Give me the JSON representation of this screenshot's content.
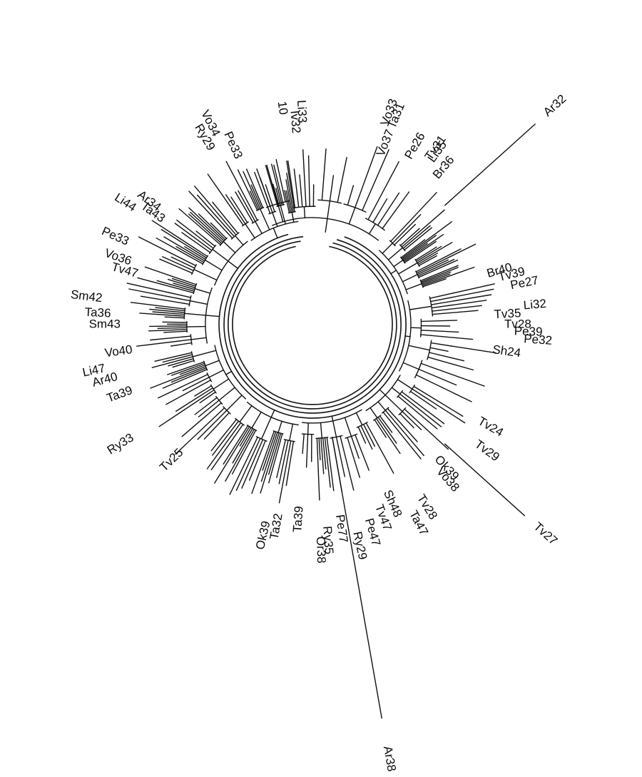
{
  "diagram": {
    "type": "circular-phylogenetic-tree",
    "line_color": "#111111",
    "background": "#ffffff",
    "labels": [
      {
        "text": "Ar32",
        "angle": -42
      },
      {
        "text": "Br36",
        "angle": -50
      },
      {
        "text": "Tv31",
        "angle": -55
      },
      {
        "text": "Ta31",
        "angle": -68
      },
      {
        "text": "Br40",
        "angle": -16
      },
      {
        "text": "Tv39",
        "angle": -14
      },
      {
        "text": "Pe27",
        "angle": -11
      },
      {
        "text": "Li32",
        "angle": -5
      },
      {
        "text": "Tv35",
        "angle": -3
      },
      {
        "text": "Tv28",
        "angle": 0
      },
      {
        "text": "Pe39",
        "angle": 2
      },
      {
        "text": "Pe32",
        "angle": 4
      },
      {
        "text": "Sh24",
        "angle": 8
      },
      {
        "text": "Tv24",
        "angle": 30
      },
      {
        "text": "Tv29",
        "angle": 36
      },
      {
        "text": "Tv27",
        "angle": 42
      },
      {
        "text": "Ok39",
        "angle": 47
      },
      {
        "text": "Vo38",
        "angle": 49
      },
      {
        "text": "Tv28",
        "angle": 58
      },
      {
        "text": "Ta47",
        "angle": 62
      },
      {
        "text": "Sh48",
        "angle": 66
      },
      {
        "text": "Tv47",
        "angle": 70
      },
      {
        "text": "Pe47",
        "angle": 74
      },
      {
        "text": "Ry29",
        "angle": 78
      },
      {
        "text": "Ar38",
        "angle": 80
      },
      {
        "text": "Pe77",
        "angle": 82
      },
      {
        "text": "Ry35",
        "angle": 86
      },
      {
        "text": "Or38",
        "angle": 88
      },
      {
        "text": "Ta39",
        "angle": 94
      },
      {
        "text": "Ta32",
        "angle": 100
      },
      {
        "text": "Ok39",
        "angle": 103
      },
      {
        "text": "Ry33",
        "angle": 148
      },
      {
        "text": "Tv25",
        "angle": 136
      },
      {
        "text": "Ta39",
        "angle": 160
      },
      {
        "text": "Ar40",
        "angle": 165
      },
      {
        "text": "Li47",
        "angle": 168
      },
      {
        "text": "Vo40",
        "angle": 172
      },
      {
        "text": "Sm43",
        "angle": 180
      },
      {
        "text": "Ta36",
        "angle": 183
      },
      {
        "text": "Sm42",
        "angle": 187
      },
      {
        "text": "Tv47",
        "angle": 196
      },
      {
        "text": "Vo36",
        "angle": 199
      },
      {
        "text": "Pe33",
        "angle": 204
      },
      {
        "text": "Li44",
        "angle": 213
      },
      {
        "text": "Ta43",
        "angle": 215
      },
      {
        "text": "Ar34",
        "angle": 217
      },
      {
        "text": "Ry29",
        "angle": 240
      },
      {
        "text": "Vo34",
        "angle": 243
      },
      {
        "text": "Pe33",
        "angle": 246
      },
      {
        "text": "Iv32",
        "angle": 265
      },
      {
        "text": "Li33",
        "angle": 267
      },
      {
        "text": "Vo33",
        "angle": 290
      },
      {
        "text": "Vo37",
        "angle": 292
      },
      {
        "text": "Pe26",
        "angle": 300
      },
      {
        "text": "Li35",
        "angle": 306
      },
      {
        "text": "10",
        "angle": 262
      }
    ]
  }
}
